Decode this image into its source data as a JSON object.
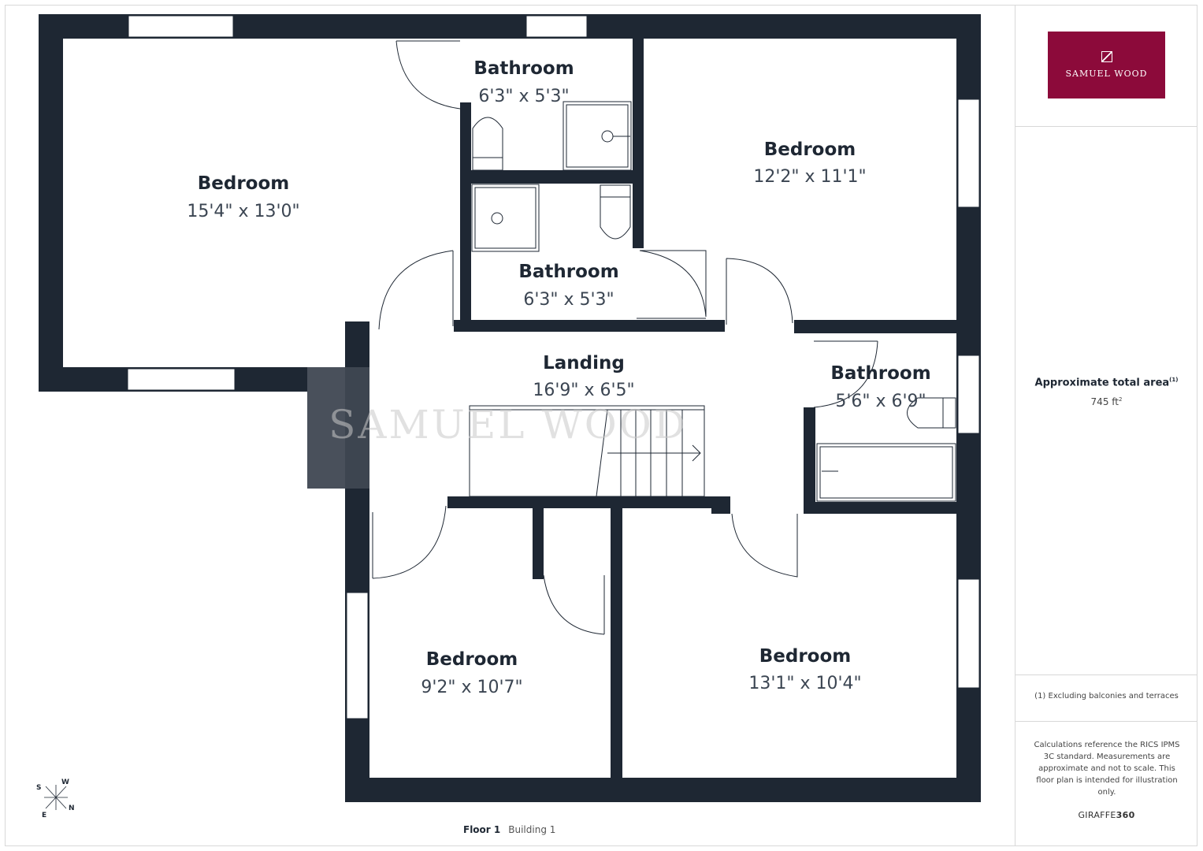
{
  "rooms": [
    {
      "name": "Bedroom",
      "dims": "15'4\" x 13'0\""
    },
    {
      "name": "Bathroom",
      "dims": "6'3\" x 5'3\""
    },
    {
      "name": "Bedroom",
      "dims": "12'2\" x 11'1\""
    },
    {
      "name": "Bathroom",
      "dims": "6'3\" x 5'3\""
    },
    {
      "name": "Landing",
      "dims": "16'9\" x 6'5\""
    },
    {
      "name": "Bathroom",
      "dims": "5'6\" x 6'9\""
    },
    {
      "name": "Bedroom",
      "dims": "9'2\" x 10'7\""
    },
    {
      "name": "Bedroom",
      "dims": "13'1\" x 10'4\""
    }
  ],
  "watermark": "SAMUEL WOOD",
  "compass": {
    "s": "S",
    "w": "W",
    "e": "E",
    "n": "N"
  },
  "floor": {
    "label": "Floor 1",
    "building": "Building 1"
  },
  "sidebar": {
    "logo_text": "SAMUEL WOOD",
    "area_title": "Approximate total area",
    "area_note_mark": "(1)",
    "area_value": "745 ft",
    "area_unit_sup": "2",
    "exclusion_note": "(1) Excluding balconies and terraces",
    "calc_note": "Calculations reference the RICS IPMS 3C standard. Measurements are approximate and not to scale. This floor plan is intended for illustration only.",
    "brand_prefix": "GIRAFFE",
    "brand_suffix": "360"
  },
  "colors": {
    "wall": "#1e2733",
    "logo_bg": "#8c0a3a",
    "text": "#1e2733",
    "dims_text": "#3b4552"
  }
}
